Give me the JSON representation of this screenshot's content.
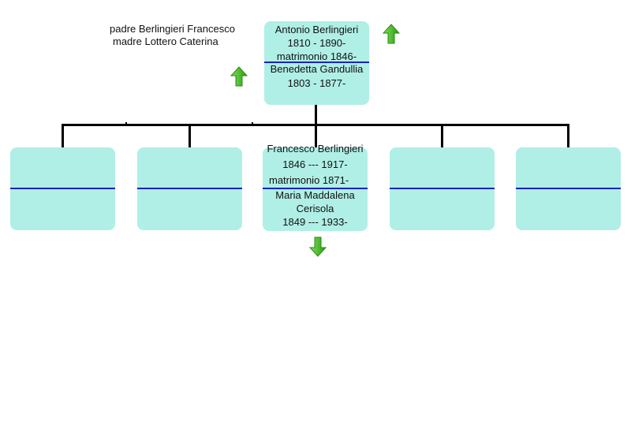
{
  "parents": {
    "father": "padre Berlingieri Francesco",
    "mother": "madre Lottero Caterina"
  },
  "root": {
    "name": "Antonio Berlingieri",
    "years": "1810 - 1890-",
    "marriage": "matrimonio 1846-",
    "spouse": "Benedetta Gandullia",
    "spouse_years": "1803 - 1877-"
  },
  "children": [
    {
      "name": "",
      "years": "",
      "marriage": "",
      "spouse": "",
      "spouse_years": ""
    },
    {
      "name": "",
      "years": "",
      "marriage": "",
      "spouse": "",
      "spouse_years": ""
    },
    {
      "name": "Francesco Berlingieri",
      "years": "1846 --- 1917-",
      "marriage": "matrimonio 1871-",
      "spouse_line1": "Maria Maddalena",
      "spouse_line2": "Cerisola",
      "spouse_years": "1849 --- 1933-"
    },
    {
      "name": "",
      "years": "",
      "marriage": "",
      "spouse": "",
      "spouse_years": ""
    },
    {
      "name": "",
      "years": "",
      "marriage": "",
      "spouse": "",
      "spouse_years": ""
    }
  ],
  "icons": {
    "up": "arrow-up-icon",
    "down": "arrow-down-icon"
  },
  "colors": {
    "box": "#b0efe5",
    "separator": "#1a22c8",
    "arrow": "#3fbf1f"
  }
}
